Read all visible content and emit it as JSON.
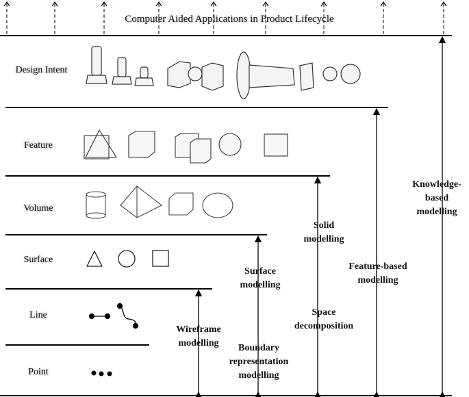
{
  "title": "Computer Aided Applications in Product Lifecycle",
  "levels": [
    {
      "name": "Design Intent"
    },
    {
      "name": "Feature"
    },
    {
      "name": "Volume"
    },
    {
      "name": "Surface"
    },
    {
      "name": "Line"
    },
    {
      "name": "Point"
    }
  ],
  "modelling": {
    "wireframe": [
      "Wireframe",
      "modelling"
    ],
    "surface": [
      "Surface",
      "modelling"
    ],
    "boundary": [
      "Boundary",
      "representation",
      "modelling"
    ],
    "solid": [
      "Solid",
      "modelling"
    ],
    "space": [
      "Space",
      "decomposition"
    ],
    "feature": [
      "Feature-based",
      "modelling"
    ],
    "knowledge": [
      "Knowledge-",
      "based",
      "modelling"
    ]
  },
  "colors": {
    "line": "#000000",
    "text": "#111111"
  }
}
